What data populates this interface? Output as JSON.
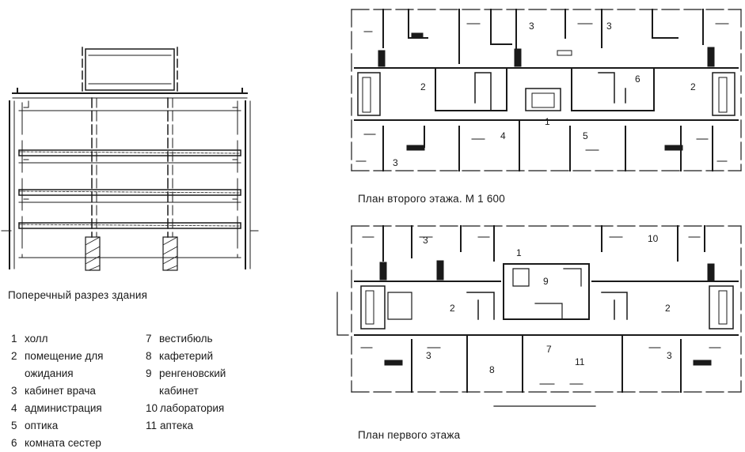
{
  "captions": {
    "section": "Поперечный разрез здания",
    "second_floor": "План второго этажа. М 1 600",
    "first_floor": "План первого этажа"
  },
  "legend_left": [
    {
      "num": "1",
      "label": "холл"
    },
    {
      "num": "2",
      "label": "помещение для",
      "cont": "ожидания"
    },
    {
      "num": "3",
      "label": "кабинет врача"
    },
    {
      "num": "4",
      "label": "администрация"
    },
    {
      "num": "5",
      "label": "оптика"
    },
    {
      "num": "6",
      "label": "комната сестер"
    }
  ],
  "legend_right": [
    {
      "num": "7",
      "label": "вестибюль"
    },
    {
      "num": "8",
      "label": "кафетерий"
    },
    {
      "num": "9",
      "label": "ренгеновский",
      "cont": "кабинет"
    },
    {
      "num": "10",
      "label": "лаборатория"
    },
    {
      "num": "11",
      "label": "аптека"
    }
  ],
  "plan_labels": {
    "second_floor": [
      "3",
      "3",
      "2",
      "6",
      "2",
      "1",
      "4",
      "5",
      "3"
    ],
    "first_floor": [
      "3",
      "10",
      "1",
      "9",
      "2",
      "2",
      "3",
      "7",
      "3",
      "8",
      "11"
    ]
  }
}
